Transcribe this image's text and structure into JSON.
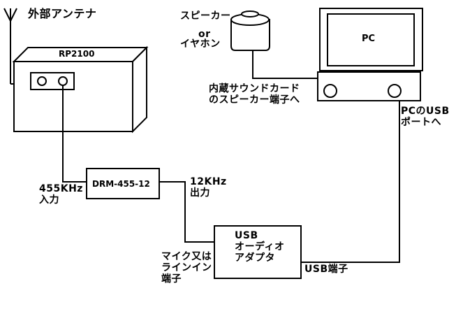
{
  "antenna": {
    "label": "外部アンテナ"
  },
  "receiver": {
    "label": "RP2100"
  },
  "converter": {
    "label": "DRM-455-12"
  },
  "input_455": {
    "line1": "455KHz",
    "line2": "入力"
  },
  "output_12": {
    "line1": "12KHz",
    "line2": "出力"
  },
  "speaker": {
    "line1": "スピーカー",
    "line2": "or",
    "line3": "イヤホン"
  },
  "pc": {
    "label": "PC"
  },
  "soundcard": {
    "line1": "内蔵サウンドカード",
    "line2": "のスピーカー端子へ"
  },
  "usb_port": {
    "line1": "PCのUSB",
    "line2": "ポートへ"
  },
  "usb_adapter": {
    "line1": "USB",
    "line2": "オーディオ",
    "line3": "アダプタ"
  },
  "mic_line": {
    "line1": "マイク又は",
    "line2": "ラインイン",
    "line3": "端子"
  },
  "usb_terminal": {
    "label": "USB端子"
  }
}
